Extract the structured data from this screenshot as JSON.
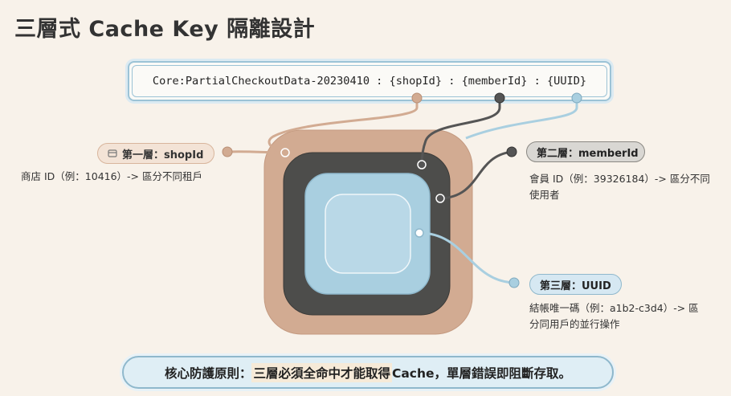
{
  "title": "三層式 Cache Key 隔離設計",
  "key_template": "Core:PartialCheckoutData-20230410 : {shopId} : {memberId} : {UUID}",
  "layers": [
    {
      "label": "第一層：shopId",
      "description": "商店 ID（例：10416）-> 區分不同租戶",
      "color": "#d2ab92"
    },
    {
      "label": "第二層：memberId",
      "description": "會員 ID（例：39326184）-> 區分不同使用者",
      "color": "#555555"
    },
    {
      "label": "第三層：UUID",
      "description": "結帳唯一碼（例：a1b2-c3d4）-> 區分同用戶的並行操作",
      "color": "#a9cfe0"
    }
  ],
  "footer": {
    "prefix": "核心防護原則：",
    "highlight": "三層必須全命中才能取得",
    "suffix": " Cache，單層錯誤即阻斷存取。"
  }
}
